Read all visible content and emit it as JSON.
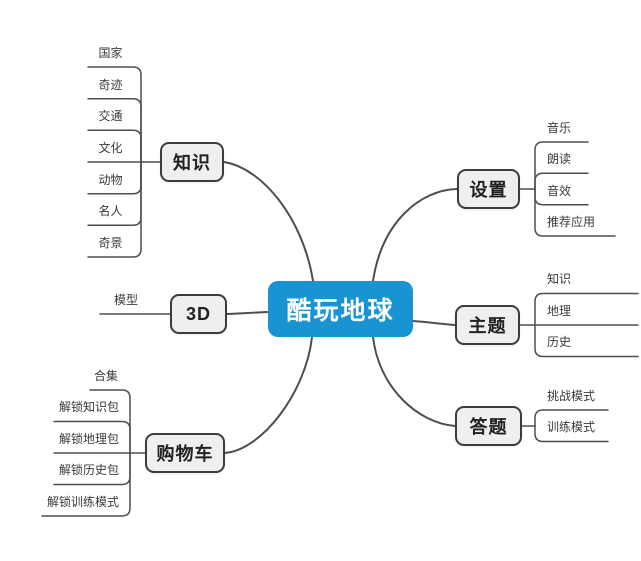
{
  "central_topic": {
    "label": "酷玩地球"
  },
  "branches": [
    {
      "label": "知识",
      "children": [
        "国家",
        "奇迹",
        "交通",
        "文化",
        "动物",
        "名人",
        "奇景"
      ]
    },
    {
      "label": "3D",
      "children": [
        "模型"
      ]
    },
    {
      "label": "购物车",
      "children": [
        "合集",
        "解锁知识包",
        "解锁地理包",
        "解锁历史包",
        "解锁训练模式"
      ]
    },
    {
      "label": "设置",
      "children": [
        "音乐",
        "朗读",
        "音效",
        "推荐应用"
      ]
    },
    {
      "label": "主题",
      "children": [
        "知识",
        "地理",
        "历史"
      ]
    },
    {
      "label": "答题",
      "children": [
        "挑战模式",
        "训练模式"
      ]
    }
  ],
  "colors": {
    "central_bg": "#1894d3",
    "central_text": "#ffffff",
    "topic_bg": "#efefef",
    "topic_border": "#3c3c3c",
    "connector_line": "#4e4e4e",
    "subtopic_text": "#3a3a3a",
    "canvas_bg": "#ffffff"
  }
}
